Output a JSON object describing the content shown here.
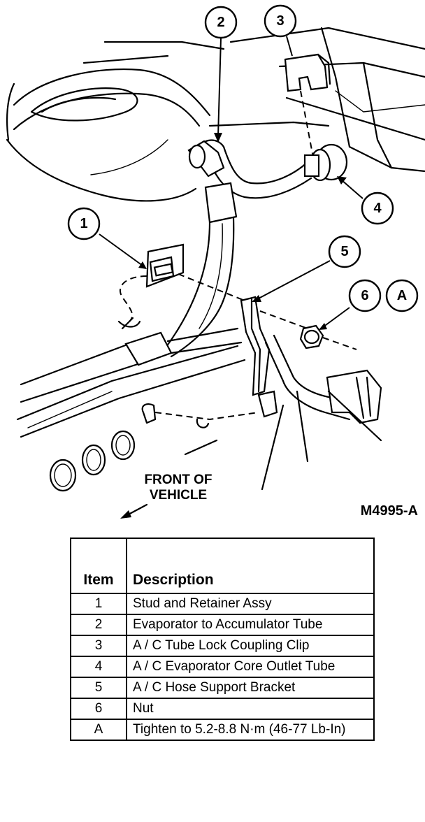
{
  "diagram": {
    "callouts": [
      "1",
      "2",
      "3",
      "4",
      "5",
      "6",
      "A"
    ],
    "front_label": "FRONT OF VEHICLE",
    "figure_id": "M4995-A"
  },
  "legend": {
    "headers": {
      "item": "Item",
      "description": "Description"
    },
    "rows": [
      {
        "item": "1",
        "description": "Stud and Retainer Assy"
      },
      {
        "item": "2",
        "description": "Evaporator to Accumulator Tube"
      },
      {
        "item": "3",
        "description": "A / C Tube Lock Coupling Clip"
      },
      {
        "item": "4",
        "description": "A / C Evaporator Core Outlet Tube"
      },
      {
        "item": "5",
        "description": "A / C Hose Support Bracket"
      },
      {
        "item": "6",
        "description": "Nut"
      },
      {
        "item": "A",
        "description": "Tighten to 5.2-8.8 N·m (46-77 Lb-In)"
      }
    ]
  }
}
